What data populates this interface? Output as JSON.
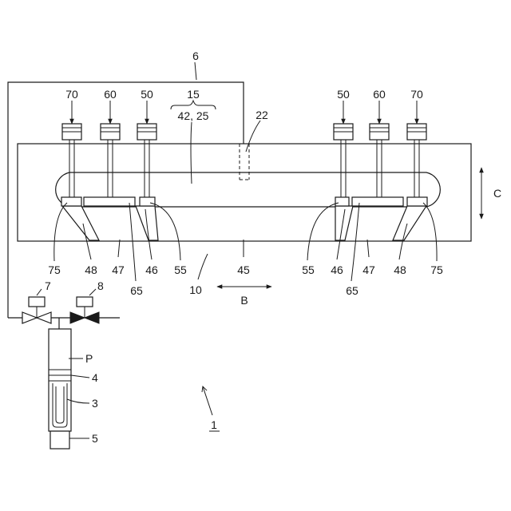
{
  "labels": {
    "l6": "6",
    "l15": "15",
    "l42_25": "42, 25",
    "l22": "22",
    "l70_left": "70",
    "l60_left": "60",
    "l50_left": "50",
    "l50_right": "50",
    "l60_right": "60",
    "l70_right": "70",
    "lC": "C",
    "l75_left": "75",
    "l48_left": "48",
    "l47_left": "47",
    "l65_left": "65",
    "l46_left": "46",
    "l55_left": "55",
    "l10": "10",
    "l45": "45",
    "lB": "B",
    "l55_right": "55",
    "l46_right": "46",
    "l65_right": "65",
    "l47_right": "47",
    "l48_right": "48",
    "l75_right": "75",
    "l7": "7",
    "l8": "8",
    "lP": "P",
    "l4": "4",
    "l3": "3",
    "l5": "5",
    "l1": "1"
  }
}
